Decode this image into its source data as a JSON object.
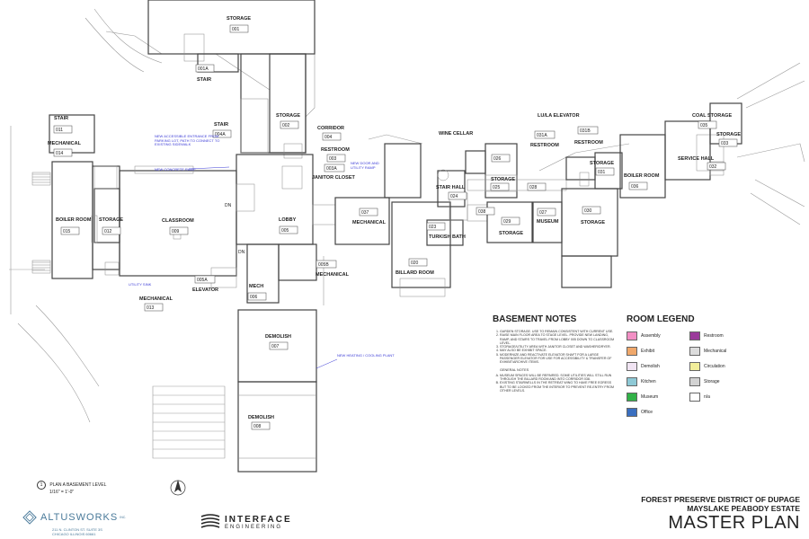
{
  "colors": {
    "assembly": "#f28fc4",
    "restroom": "#9b3a9b",
    "exhibit": "#f0a86b",
    "mechanical": "#dcdcdc",
    "demolish": "#f1e4f3",
    "circulation": "#f2ee9a",
    "kitchen": "#8ec9d6",
    "storage": "#d2d2d2",
    "museum": "#32b248",
    "na": "#ffffff",
    "office": "#3a6fc0"
  },
  "rooms": {
    "storage001": {
      "name": "STORAGE",
      "number": "001"
    },
    "stair001a": {
      "name": "STAIR",
      "number": "001A"
    },
    "stair004a": {
      "name": "STAIR",
      "number": "004A"
    },
    "storage002": {
      "name": "STORAGE",
      "number": "002"
    },
    "corridor004": {
      "name": "CORRIDOR",
      "number": "004"
    },
    "restroom003": {
      "name": "RESTROOM",
      "number": "003"
    },
    "janitor003a": {
      "name": "JANITOR CLOSET",
      "number": "003A"
    },
    "stair011": {
      "name": "STAIR",
      "number": "011"
    },
    "mech014": {
      "name": "MECHANICAL",
      "number": "014"
    },
    "boiler015": {
      "name": "BOILER ROOM",
      "number": "015"
    },
    "storage012": {
      "name": "STORAGE",
      "number": "012"
    },
    "classroom009": {
      "name": "CLASSROOM",
      "number": "009"
    },
    "lobby005": {
      "name": "LOBBY",
      "number": "005"
    },
    "elevator005a": {
      "name": "ELEVATOR",
      "number": "005A"
    },
    "mech006": {
      "name": "MECH",
      "number": "006"
    },
    "mech005b": {
      "name": "MECHANICAL",
      "number": "005B"
    },
    "mech013": {
      "name": "MECHANICAL",
      "number": "013"
    },
    "demolish007": {
      "name": "DEMOLISH",
      "number": "007"
    },
    "demolish008": {
      "name": "DEMOLISH",
      "number": "008"
    },
    "mech037": {
      "name": "MECHANICAL",
      "number": "037"
    },
    "wine": {
      "name": "WINE CELLAR",
      "number": ""
    },
    "stairhall": {
      "name": "STAIR HALL",
      "number": "024"
    },
    "turkish": {
      "name": "TURKISH BATH",
      "number": "023"
    },
    "billiard": {
      "name": "BILLARD ROOM",
      "number": "020"
    },
    "storage025": {
      "name": "STORAGE",
      "number": "025"
    },
    "r026": {
      "name": "",
      "number": "026"
    },
    "c028": {
      "name": "",
      "number": "028"
    },
    "c038": {
      "name": "",
      "number": "038"
    },
    "storage029": {
      "name": "STORAGE",
      "number": "029"
    },
    "museum027": {
      "name": "MUSEUM",
      "number": "027"
    },
    "storage030": {
      "name": "STORAGE",
      "number": "030"
    },
    "lula": {
      "name": "LU/LA ELEVATOR",
      "number": ""
    },
    "restroom031a": {
      "name": "RESTROOM",
      "number": "031A"
    },
    "restroom031b": {
      "name": "RESTROOM",
      "number": "031B"
    },
    "storage031": {
      "name": "STORAGE",
      "number": "031"
    },
    "boiler036": {
      "name": "BOILER ROOM",
      "number": "036"
    },
    "coal035": {
      "name": "COAL STORAGE",
      "number": "035"
    },
    "storage033": {
      "name": "STORAGE",
      "number": "033"
    },
    "service032": {
      "name": "SERVICE HALL",
      "number": "032"
    }
  },
  "annotations": {
    "accessible": "NEW ACCESSIBLE ENTRANCE FROM PARKING LOT, PATH TO CONNECT TO EXISTING SIDEWALK",
    "ramp": "NEW CONCRETE RAMP",
    "door": "NEW DOOR AND UTILITY RAMP",
    "sink": "UTILITY SINK",
    "hvac": "NEW HEATING / COOLING PLANT",
    "dn": "DN"
  },
  "notes": {
    "title": "BASEMENT NOTES",
    "items": [
      "GARDEN STORAGE. USE TO REMAIN CONSISTENT WITH CURRENT USE.",
      "RAISE MAIN FLOOR AREA TO STAGE LEVEL. PROVIDE NEW LANDING, RAMP, AND STAIRS TO TRAVEL FROM LOBBY 005 DOWN TO CLASSROOM LEVEL.",
      "STORAGE/UTILITY AREA WITH JANITOR CLOSET AND WASHER/DRYER.",
      "MAY ALSO BE EXHIBIT SPACE.",
      "MODERNIZE AND REACTIVATE ELEVATOR SHAFT FOR A LARGE PASSENGER ELEVATOR FOR USE FOR ACCESSIBILITY & TRANSFER OF EXHIBIT/ARCHIVE ITEMS."
    ],
    "general_title": "GENERAL NOTES",
    "general": [
      "MUSEUM SPACES WILL BE REPAIRED. SOME UTILITIES WILL STILL RUN THROUGH THE BILLARD ROOM AND INTO CORRIDOR 038.",
      "EXISTING STAIRWELLS IN THE RETREAT WING TO HAVE FREE EGRESS BUT TO BE LOCKED FROM THE INTERIOR TO PREVENT RE-ENTRY FROM OTHER LEVELS."
    ]
  },
  "legend": {
    "title": "ROOM LEGEND",
    "items": [
      {
        "label": "Assembly",
        "key": "assembly"
      },
      {
        "label": "Restroom",
        "key": "restroom"
      },
      {
        "label": "Exhibit",
        "key": "exhibit"
      },
      {
        "label": "Mechanical",
        "key": "mechanical"
      },
      {
        "label": "Demolish",
        "key": "demolish"
      },
      {
        "label": "Circulation",
        "key": "circulation"
      },
      {
        "label": "Kitchen",
        "key": "kitchen"
      },
      {
        "label": "Storage",
        "key": "storage"
      },
      {
        "label": "Museum",
        "key": "museum"
      },
      {
        "label": "n/a",
        "key": "na"
      },
      {
        "label": "Office",
        "key": "office"
      }
    ]
  },
  "plan_label": {
    "marker": "1",
    "title": "PLAN A BASEMENT LEVEL",
    "scale": "1/16\" = 1'-0\""
  },
  "altus": {
    "name": "ALTUSWORKS",
    "suffix": "INC.",
    "address1": "211 N. CLINTON ST. SUITE 3S",
    "address2": "CHICAGO ILLINOIS 60661"
  },
  "interface": {
    "line1": "INTERFACE",
    "line2": "ENGINEERING"
  },
  "title_block": {
    "line1": "FOREST PRESERVE DISTRICT OF DUPAGE",
    "line2": "MAYSLAKE PEABODY ESTATE",
    "line3": "MASTER PLAN"
  }
}
